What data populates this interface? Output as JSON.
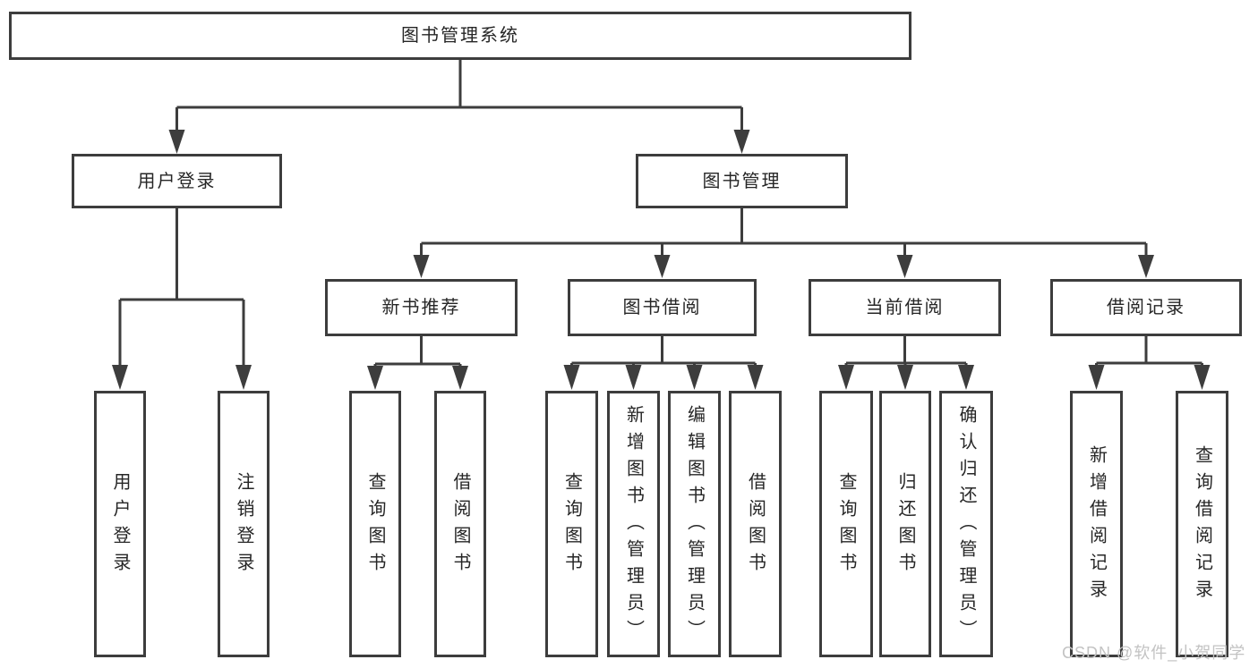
{
  "diagram": {
    "root": {
      "label": "图书管理系统"
    },
    "level2": [
      {
        "label": "用户登录"
      },
      {
        "label": "图书管理"
      }
    ],
    "level3": [
      {
        "label": "新书推荐",
        "parent": "图书管理"
      },
      {
        "label": "图书借阅",
        "parent": "图书管理"
      },
      {
        "label": "当前借阅",
        "parent": "图书管理"
      },
      {
        "label": "借阅记录",
        "parent": "图书管理"
      }
    ],
    "leaves": [
      {
        "label": "用户登录",
        "parent": "用户登录"
      },
      {
        "label": "注销登录",
        "parent": "用户登录"
      },
      {
        "label": "查询图书",
        "parent": "新书推荐"
      },
      {
        "label": "借阅图书",
        "parent": "新书推荐"
      },
      {
        "label": "查询图书",
        "parent": "图书借阅"
      },
      {
        "label": "新增图书（管理员）",
        "parent": "图书借阅"
      },
      {
        "label": "编辑图书（管理员）",
        "parent": "图书借阅"
      },
      {
        "label": "借阅图书",
        "parent": "图书借阅"
      },
      {
        "label": "查询图书",
        "parent": "当前借阅"
      },
      {
        "label": "归还图书",
        "parent": "当前借阅"
      },
      {
        "label": "确认归还（管理员）",
        "parent": "当前借阅"
      },
      {
        "label": "新增借阅记录",
        "parent": "借阅记录"
      },
      {
        "label": "查询借阅记录",
        "parent": "借阅记录"
      }
    ],
    "watermark": "CSDN @软件_小贺同学",
    "colors": {
      "line": "#3d3d3d",
      "box_border": "#3d3d3d",
      "text": "#262626",
      "watermark": "#c3c3c3",
      "background": "#ffffff"
    }
  }
}
